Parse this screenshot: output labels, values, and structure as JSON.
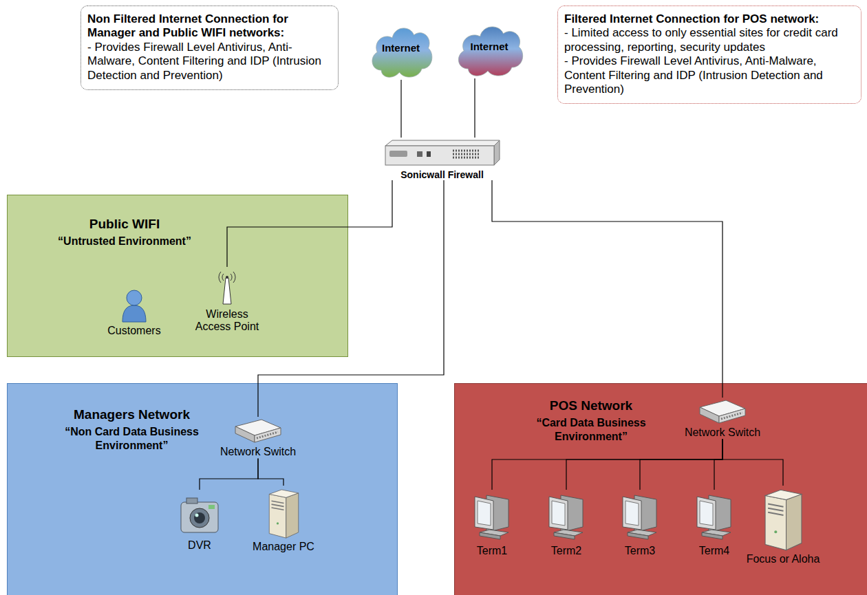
{
  "diagram": {
    "nodes": [
      {
        "text": [
          "Non Filtered Internet Connection for Manager and Public WIFI networks:",
          "- Provides Firewall Level Antivirus, Anti-Malware, Content Filtering and IDP (Intrusion Detection and Prevention)"
        ]
      },
      {
        "text": [
          "Internet"
        ]
      },
      {
        "text": [
          "Internet"
        ]
      },
      {
        "text": [
          "Filtered Internet Connection for POS network:",
          "- Limited access to only essential sites for credit card processing, reporting, security updates",
          "- Provides Firewall Level Antivirus, Anti-Malware, Content Filtering and IDP (Intrusion Detection and Prevention)"
        ]
      },
      {
        "text": [
          "Sonicwall Firewall"
        ]
      },
      {
        "text": [
          "Public WIFI",
          "“Untrusted Environment”"
        ]
      },
      {
        "text": [
          "Customers"
        ],
        "in": 5
      },
      {
        "text": [
          "Wireless Access Point"
        ],
        "in": 5
      },
      {
        "text": [
          "Managers Network",
          "“Non Card Data Business Environment”"
        ]
      },
      {
        "text": [
          "Network Switch"
        ],
        "in": 8
      },
      {
        "text": [
          "DVR"
        ],
        "in": 8
      },
      {
        "text": [
          "Manager PC"
        ],
        "in": 8
      },
      {
        "text": [
          "POS Network",
          "“Card Data Business Environment”"
        ]
      },
      {
        "text": [
          "Network Switch"
        ],
        "in": 12
      },
      {
        "text": [
          "Term1"
        ],
        "in": 12
      },
      {
        "text": [
          "Term2"
        ],
        "in": 12
      },
      {
        "text": [
          "Term3"
        ],
        "in": 12
      },
      {
        "text": [
          "Term4"
        ],
        "in": 12
      },
      {
        "text": [
          "Focus or Aloha"
        ],
        "in": 12
      }
    ],
    "edges": [
      {
        "from": 1,
        "to": 4,
        "arrow": "none"
      },
      {
        "from": 2,
        "to": 4,
        "arrow": "none"
      },
      {
        "from": 4,
        "to": 7,
        "arrow": "none"
      },
      {
        "from": 4,
        "to": 9,
        "arrow": "none"
      },
      {
        "from": 4,
        "to": 13,
        "arrow": "none"
      },
      {
        "from": 9,
        "to": 10,
        "arrow": "none"
      },
      {
        "from": 9,
        "to": 11,
        "arrow": "none"
      },
      {
        "from": 13,
        "to": 14,
        "arrow": "none"
      },
      {
        "from": 13,
        "to": 15,
        "arrow": "none"
      },
      {
        "from": 13,
        "to": 16,
        "arrow": "none"
      },
      {
        "from": 13,
        "to": 17,
        "arrow": "none"
      },
      {
        "from": 13,
        "to": 18,
        "arrow": "none"
      }
    ]
  }
}
